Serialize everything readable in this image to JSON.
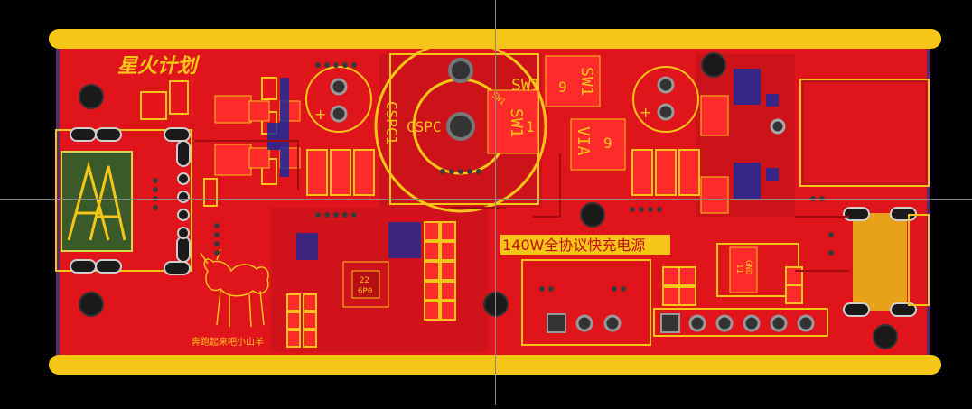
{
  "board": {
    "logo_text": "星火计划",
    "title_label": "140W全协议快充电源",
    "goat_caption": "奔跑起来吧小山羊",
    "colors": {
      "background": "#000000",
      "board_fill": "#e0141b",
      "copper_dark": "#b80f14",
      "silkscreen": "#f5c518",
      "pad": "#f0c01a",
      "via": "#3a3a3a",
      "bottom_layer": "#1b2a9a",
      "connector": "#e8a21a",
      "usb_green": "#3b5a2a"
    }
  },
  "silk_labels": {
    "cspc1": "CSPC1",
    "cspc": "CSPC",
    "sw1_top": "SW1",
    "sw1_top_pin": "9",
    "sw1_vertical": "SW1",
    "sw1_vertical_pin": "9",
    "sw1_center": "SW1",
    "sw1_center_pin": "1",
    "sw1_small": "SW1",
    "via_label": "VIA",
    "via_pin": "9",
    "gnd_label": "GND",
    "gnd_pin": "11",
    "chip_label": "22",
    "chip_sub": "6P0"
  },
  "icons": {
    "usb_a_connector": "usb-a-icon",
    "goat_logo": "goat-icon",
    "crosshair": "crosshair-icon"
  }
}
